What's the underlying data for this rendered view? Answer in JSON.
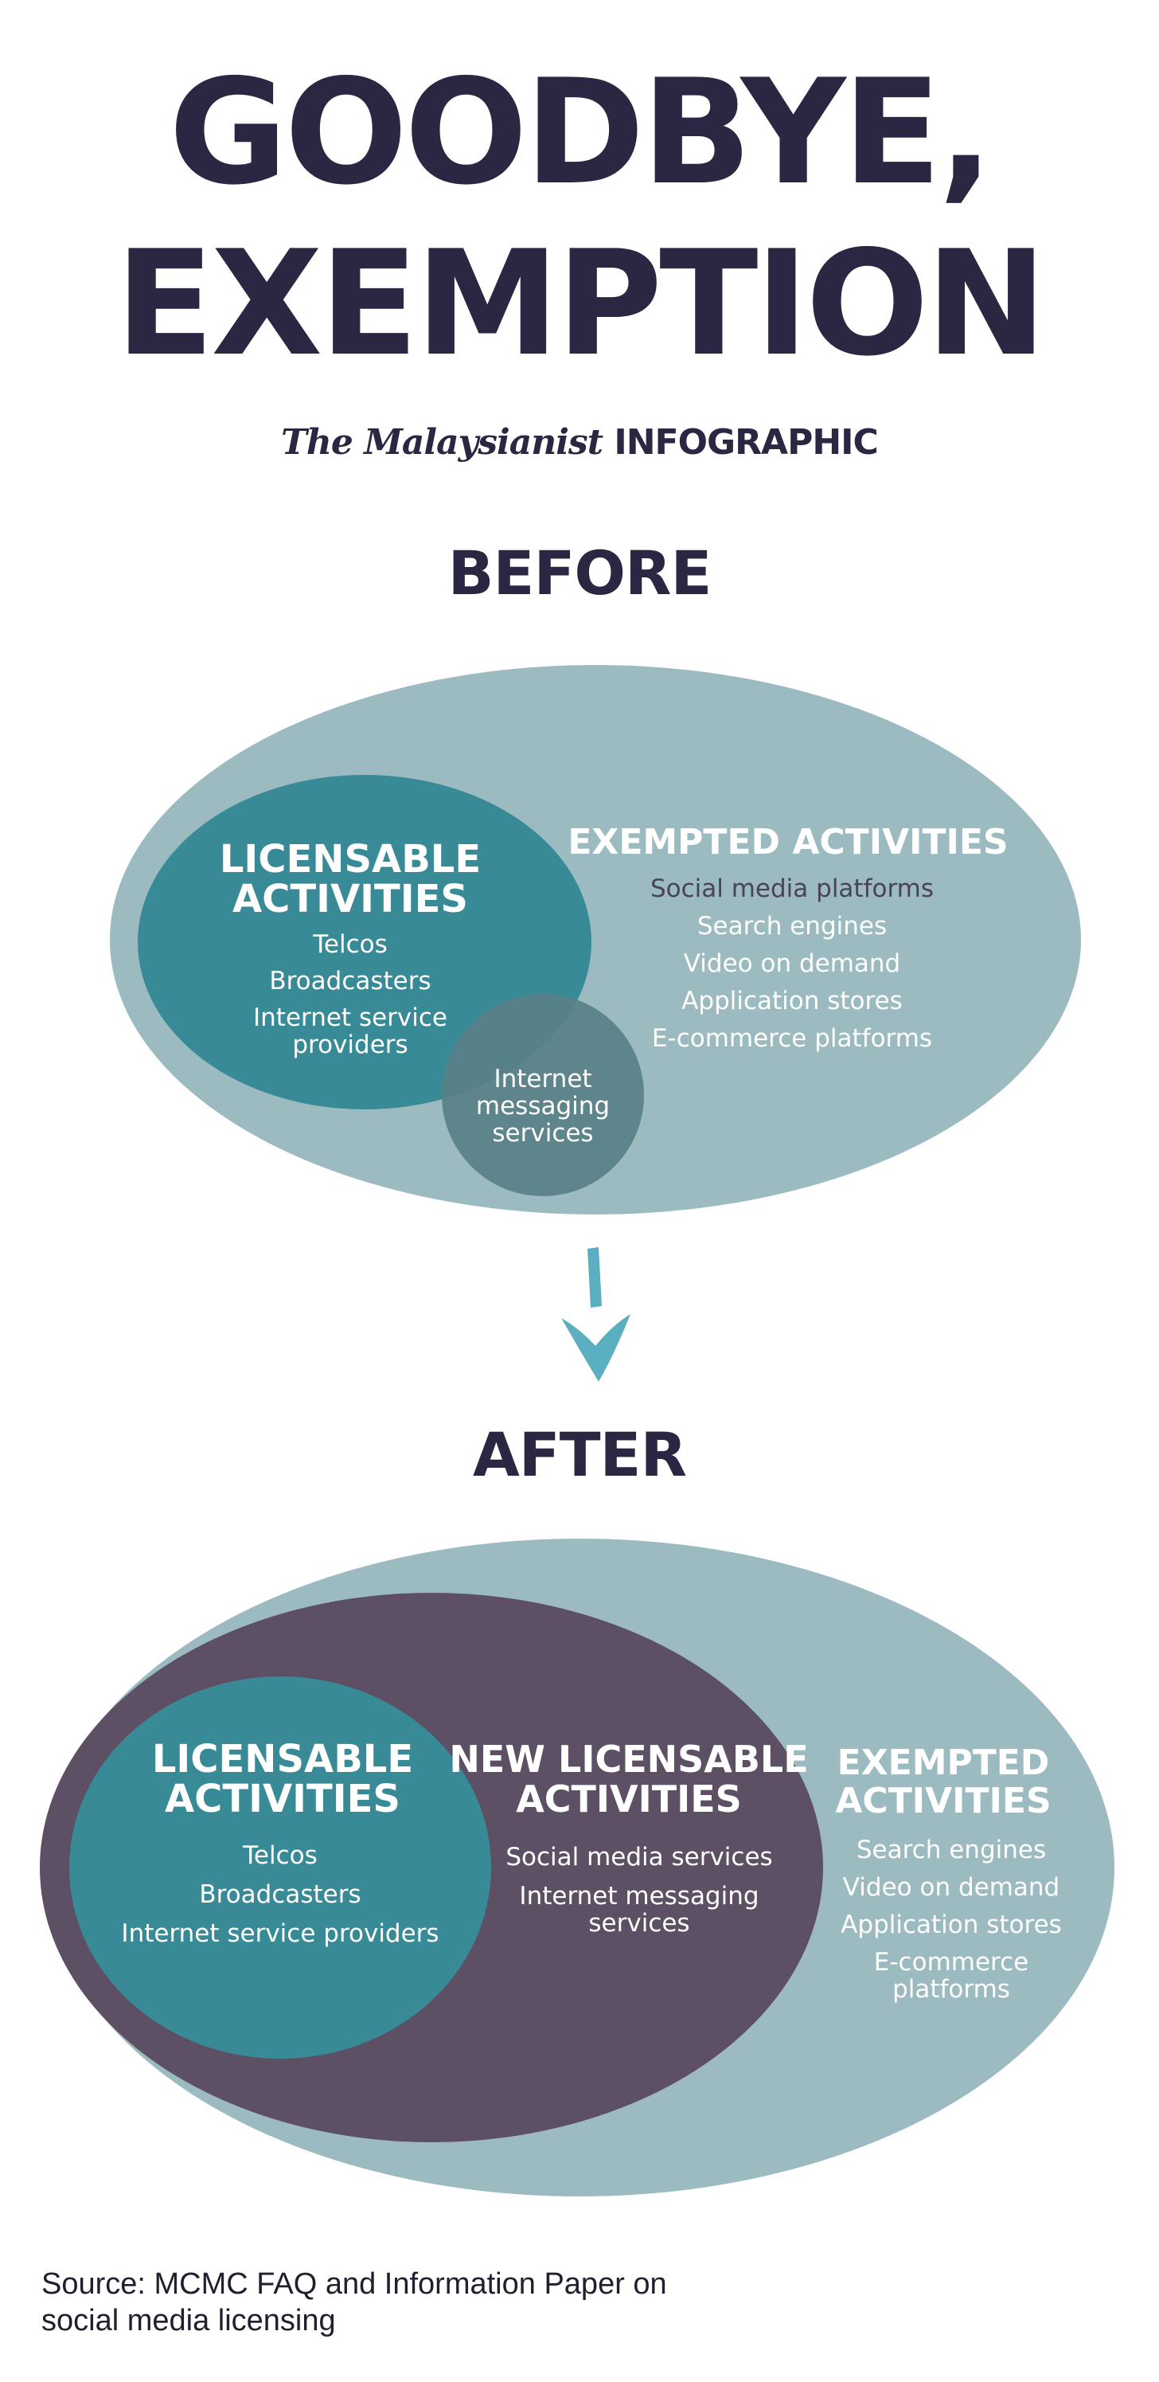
{
  "header": {
    "title_line1": "GOODBYE,",
    "title_line2": "EXEMPTION",
    "subtitle_brand": "The Malaysianist",
    "subtitle_label": "INFOGRAPHIC"
  },
  "before": {
    "heading": "BEFORE",
    "licensable": {
      "title": [
        "LICENSABLE",
        "ACTIVITIES"
      ],
      "items": [
        "Telcos",
        "Broadcasters",
        "Internet service",
        "providers"
      ]
    },
    "overlap": {
      "items": [
        "Internet",
        "messaging",
        "services"
      ]
    },
    "exempted": {
      "title": [
        "EXEMPTED ACTIVITIES"
      ],
      "items": [
        "Social media platforms",
        "Search engines",
        "Video on demand",
        "Application stores",
        "E-commerce platforms"
      ]
    }
  },
  "after": {
    "heading": "AFTER",
    "licensable": {
      "title": [
        "LICENSABLE",
        "ACTIVITIES"
      ],
      "items": [
        "Telcos",
        "Broadcasters",
        "Internet service providers"
      ]
    },
    "new_licensable": {
      "title": [
        "NEW LICENSABLE",
        "ACTIVITIES"
      ],
      "items": [
        "Social media services",
        "Internet messaging",
        "services"
      ]
    },
    "exempted": {
      "title": [
        "EXEMPTED",
        "ACTIVITIES"
      ],
      "items": [
        "Search engines",
        "Video on demand",
        "Application stores",
        "E-commerce",
        "platforms"
      ]
    }
  },
  "footer": {
    "source_line1": "Source: MCMC FAQ and Information Paper on",
    "source_line2": "social media licensing"
  },
  "colors": {
    "navy": "#2b2642",
    "light_teal": "#9cbbc0",
    "teal": "#388a97",
    "overlap_teal": "#5a8088",
    "plum": "#5d5064",
    "arrow": "#5aafc0",
    "dark_text": "#4a4258",
    "white": "#ffffff"
  }
}
